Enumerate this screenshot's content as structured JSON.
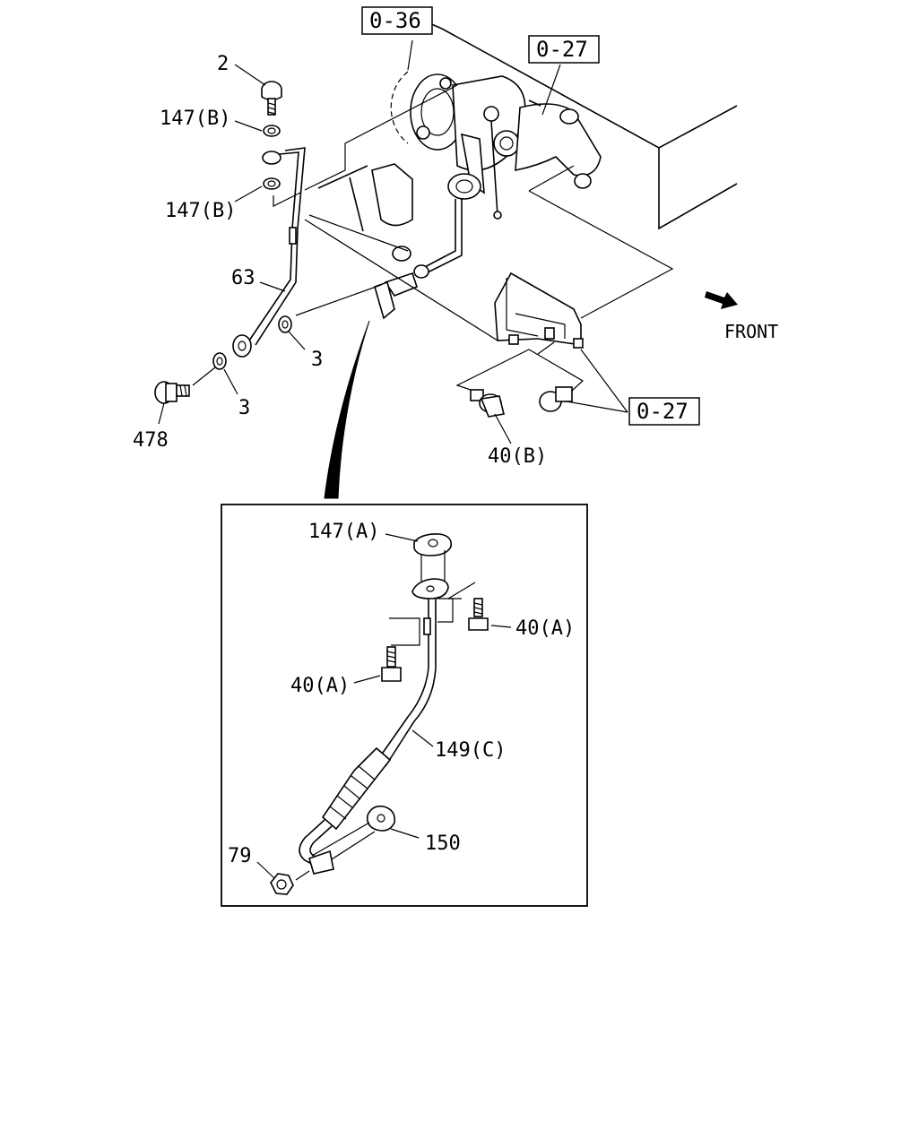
{
  "refs": {
    "r036": "0-36",
    "r027_top": "0-27",
    "r027_right": "0-27"
  },
  "labels": {
    "p2": "2",
    "p147b_1": "147(B)",
    "p147b_2": "147(B)",
    "p63": "63",
    "p3_a": "3",
    "p3_b": "3",
    "p478": "478",
    "p40b": "40(B)",
    "p147a": "147(A)",
    "p40a_r": "40(A)",
    "p40a_l": "40(A)",
    "p149c": "149(C)",
    "p150": "150",
    "p79": "79"
  },
  "front": {
    "label": "FRONT",
    "icon": "front-arrow-icon"
  }
}
